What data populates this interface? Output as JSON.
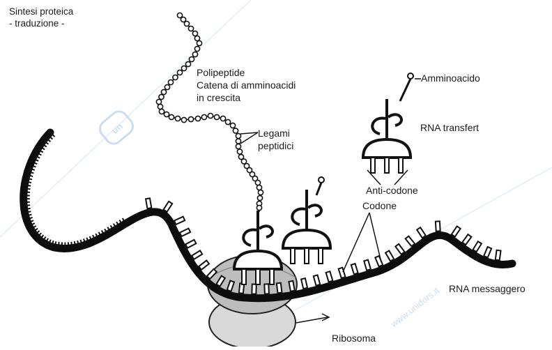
{
  "title": {
    "line1": "Sintesi proteica",
    "line2": "- traduzione -"
  },
  "labels": {
    "polypeptide_1": "Polipeptide",
    "polypeptide_2": "Catena di amminoacidi",
    "polypeptide_3": "in crescita",
    "peptide_bonds_1": "Legami",
    "peptide_bonds_2": "peptidici",
    "amino_acid": "Amminoacido",
    "trna": "RNA transfert",
    "anticodon": "Anti-codone",
    "codon": "Codone",
    "mrna": "RNA messaggero",
    "ribosome": "Ribosoma"
  },
  "watermark": {
    "text": "www.unidors.it",
    "color": "#b9d3ea"
  },
  "colors": {
    "ink": "#111111",
    "ribosome_fill": "#d6d6d6",
    "ribosome_large_fill": "#bdbdbd"
  }
}
